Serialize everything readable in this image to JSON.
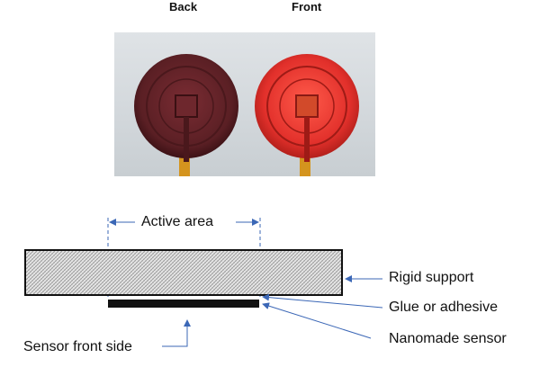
{
  "photo": {
    "back_label": "Back",
    "front_label": "Front",
    "back_color": "#5a1f24",
    "front_color": "#e2302b",
    "lead_color": "#d4941e"
  },
  "diagram": {
    "active_area_label": "Active area",
    "rigid_support_label": "Rigid support",
    "glue_label": "Glue or adhesive",
    "sensor_label": "Nanomade sensor",
    "front_side_label": "Sensor front side",
    "arrow_color": "#3b67b6",
    "support_fill": "#d9d9d9",
    "sensor_fill": "#111111"
  }
}
